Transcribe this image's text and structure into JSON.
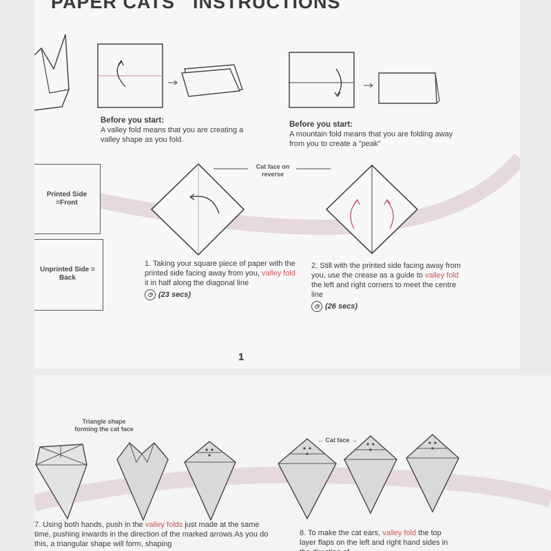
{
  "page1": {
    "title_word1": "PAPER CATS",
    "title_word2": "INSTRUCTIONS",
    "valley_heading": "Before you start:",
    "valley_text": "A valley fold means that you are creating a valley shape as you fold.",
    "mountain_heading": "Before you start:",
    "mountain_text": "A mountain fold means that you are folding away from you to create a \"peak\"",
    "cat_face_reverse": "Cat face on reverse",
    "printed_side": "Printed Side =Front",
    "unprinted_side": "Unprinted Side = Back",
    "step1_before": "1. Taking your square piece of paper with the printed side facing away from you, ",
    "step1_keyword": "valley fold",
    "step1_after": " it in half along the diagonal line",
    "step1_time": "(23 secs)",
    "step2_before": "2. Still with the printed side facing away from you, use the crease as a guide to ",
    "step2_keyword": "valley fold",
    "step2_after": " the left and right corners to meet the centre line",
    "step2_time": "(26 secs)",
    "page_number": "1"
  },
  "page2": {
    "triangle_label": "Triangle shape forming the cat face",
    "cat_face_label": "Cat face",
    "step7_before": "7. Using both hands, push in the ",
    "step7_keyword": "valley folds",
    "step7_after": " just made at the same time, pushing inwards in the direction of the marked arrows.As you do this, a triangular shape will form, shaping",
    "step8_before": "8. To make the cat ears, ",
    "step8_keyword": "valley fold",
    "step8_after": " the top layer flaps on the left and right hand sides in the direction of"
  },
  "colors": {
    "accent_swirl": "#e6d8df",
    "keyword_red": "#c55555",
    "line": "#444444"
  }
}
